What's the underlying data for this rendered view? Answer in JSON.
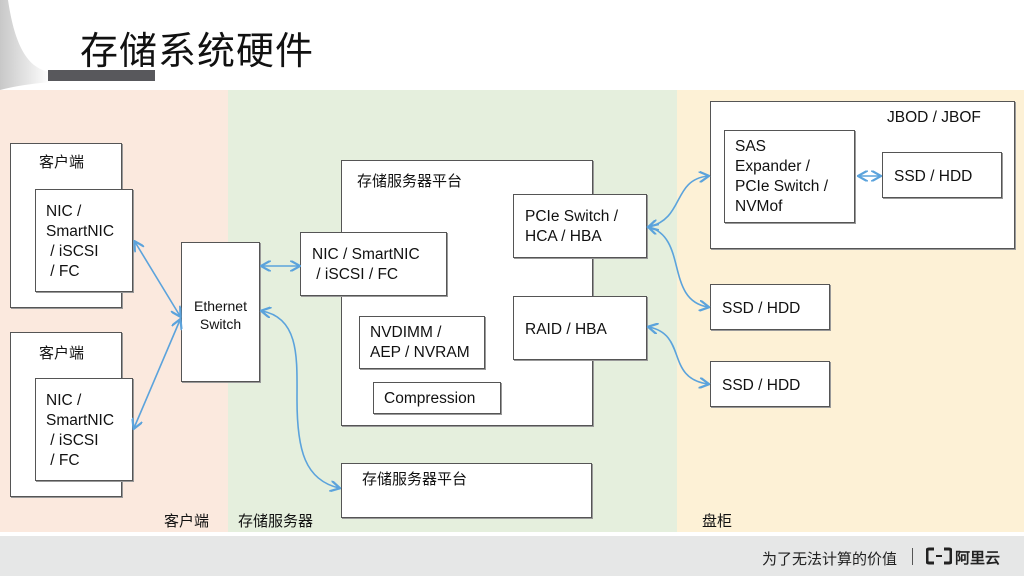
{
  "slide": {
    "title": "存储系统硬件"
  },
  "zones": {
    "client_label": "客户端",
    "server_label": "存储服务器",
    "disk_label": "盘柜"
  },
  "clients": [
    {
      "label": "客户端",
      "nic": "NIC /\nSmartNIC\n / iSCSI\n / FC"
    },
    {
      "label": "客户端",
      "nic": "NIC /\nSmartNIC\n / iSCSI\n / FC"
    }
  ],
  "switch": {
    "label": "Ethernet\nSwitch"
  },
  "server_platform": {
    "label": "存储服务器平台",
    "nic": "NIC / SmartNIC\n / iSCSI / FC",
    "nvdimm": "NVDIMM /\nAEP / NVRAM",
    "compression": "Compression",
    "pcie": "PCIe Switch /\nHCA / HBA",
    "raid": "RAID / HBA"
  },
  "server_platform_2": {
    "label": "存储服务器平台"
  },
  "jbod": {
    "label": "JBOD / JBOF",
    "expander": "SAS\nExpander /\nPCIe Switch /\nNVMof",
    "disk": "SSD / HDD"
  },
  "disks": [
    {
      "label": "SSD / HDD"
    },
    {
      "label": "SSD / HDD"
    }
  ],
  "footer": {
    "slogan": "为了无法计算的价值",
    "brand": "阿里云",
    "logo_icon": "aliyun-logo-icon"
  },
  "colors": {
    "arrow": "#5ba3dc",
    "client_zone": "#fbe9de",
    "server_zone": "#e5efdd",
    "disk_zone": "#fdf1d6",
    "footer": "#e6e7e7"
  }
}
